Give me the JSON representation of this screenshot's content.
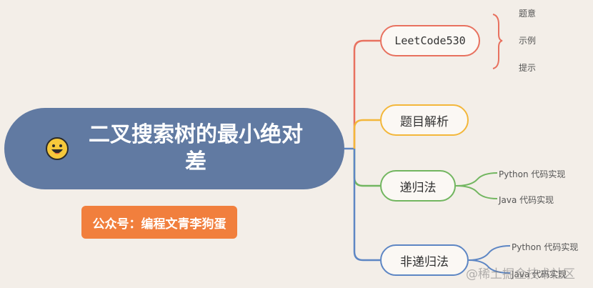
{
  "root": {
    "title": "二叉搜索树的最小绝对差",
    "icon": "smiley-face-icon"
  },
  "note": {
    "label": "公众号：编程文青李狗蛋"
  },
  "topics": [
    {
      "label": "LeetCode530",
      "color": "#e8715f",
      "children": [
        "题意",
        "示例",
        "提示"
      ]
    },
    {
      "label": "题目解析",
      "color": "#f3b73a",
      "children": []
    },
    {
      "label": "递归法",
      "color": "#72b660",
      "children": [
        "Python 代码实现",
        "Java 代码实现"
      ]
    },
    {
      "label": "非递归法",
      "color": "#5d86c4",
      "children": [
        "Python 代码实现",
        "Java 代码实现"
      ]
    }
  ],
  "watermark": "@稀土掘金技术社区",
  "colors": {
    "background": "#f3eee8",
    "root": "#617aa2",
    "note": "#f17f3d"
  }
}
